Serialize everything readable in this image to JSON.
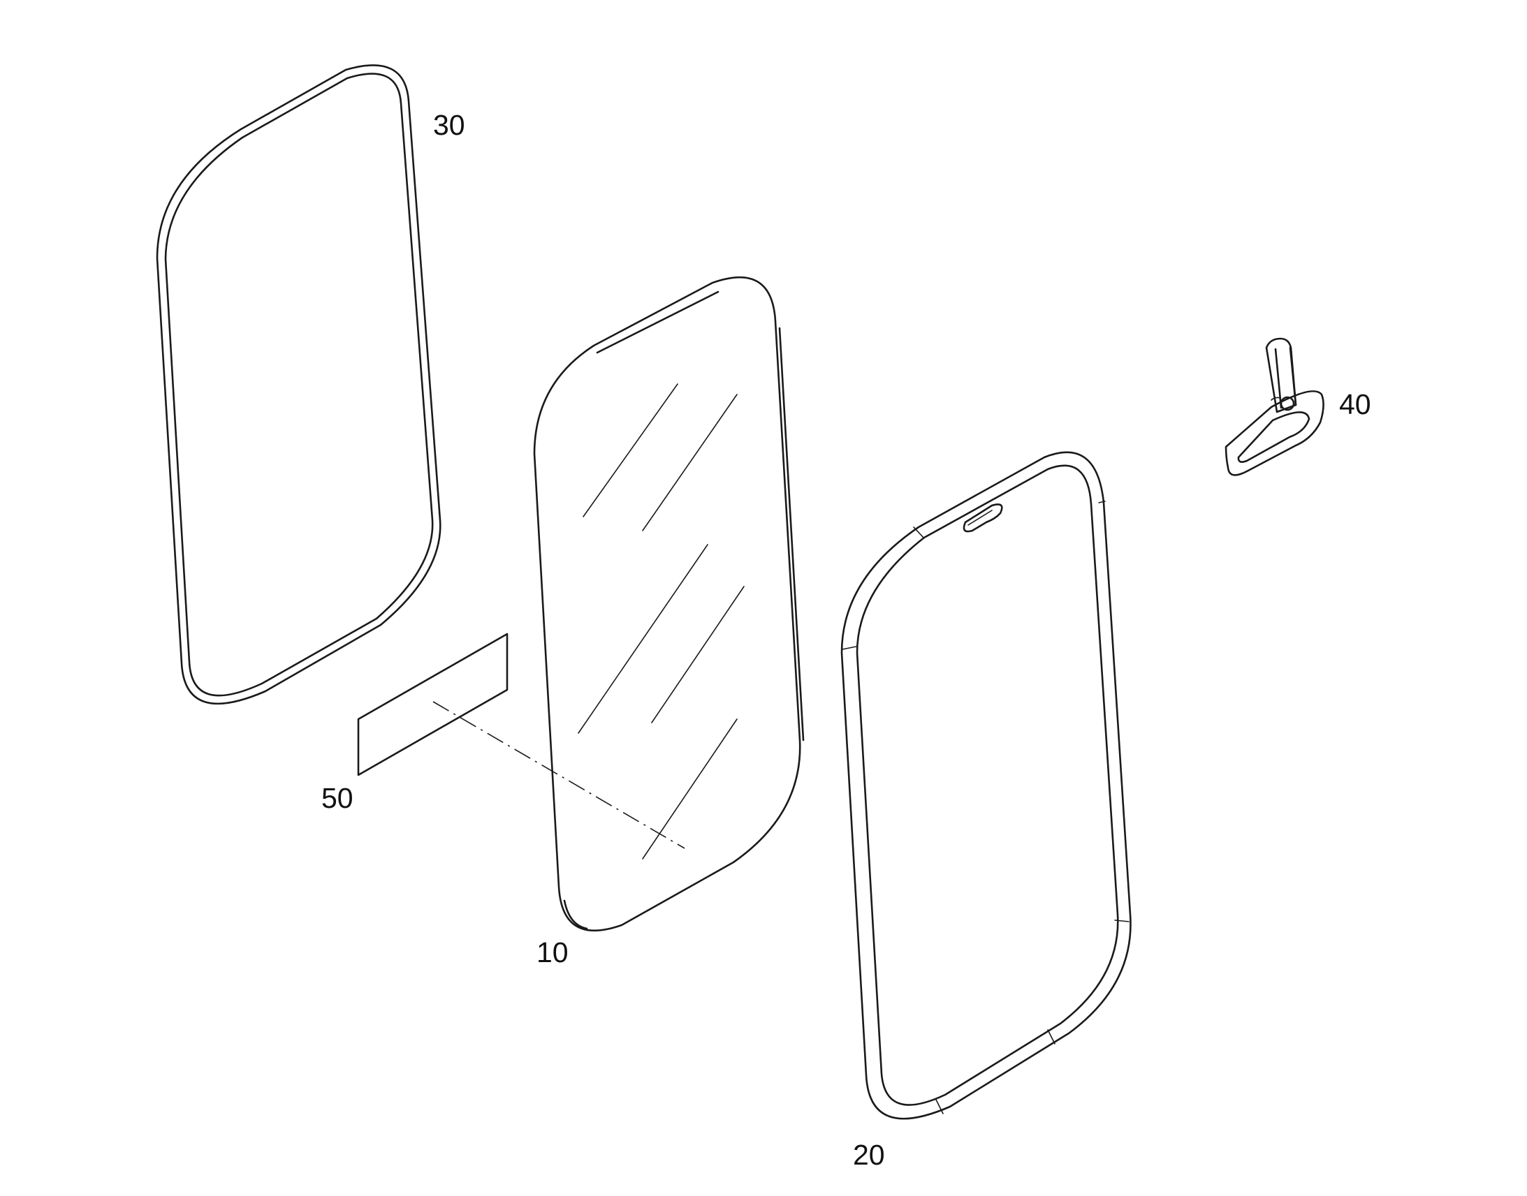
{
  "diagram": {
    "type": "exploded-view",
    "components": [
      {
        "id": "seal",
        "label": "30"
      },
      {
        "id": "glass",
        "label": "10"
      },
      {
        "id": "frame",
        "label": "20"
      },
      {
        "id": "clip",
        "label": "40"
      },
      {
        "id": "tag",
        "label": "50"
      }
    ]
  }
}
